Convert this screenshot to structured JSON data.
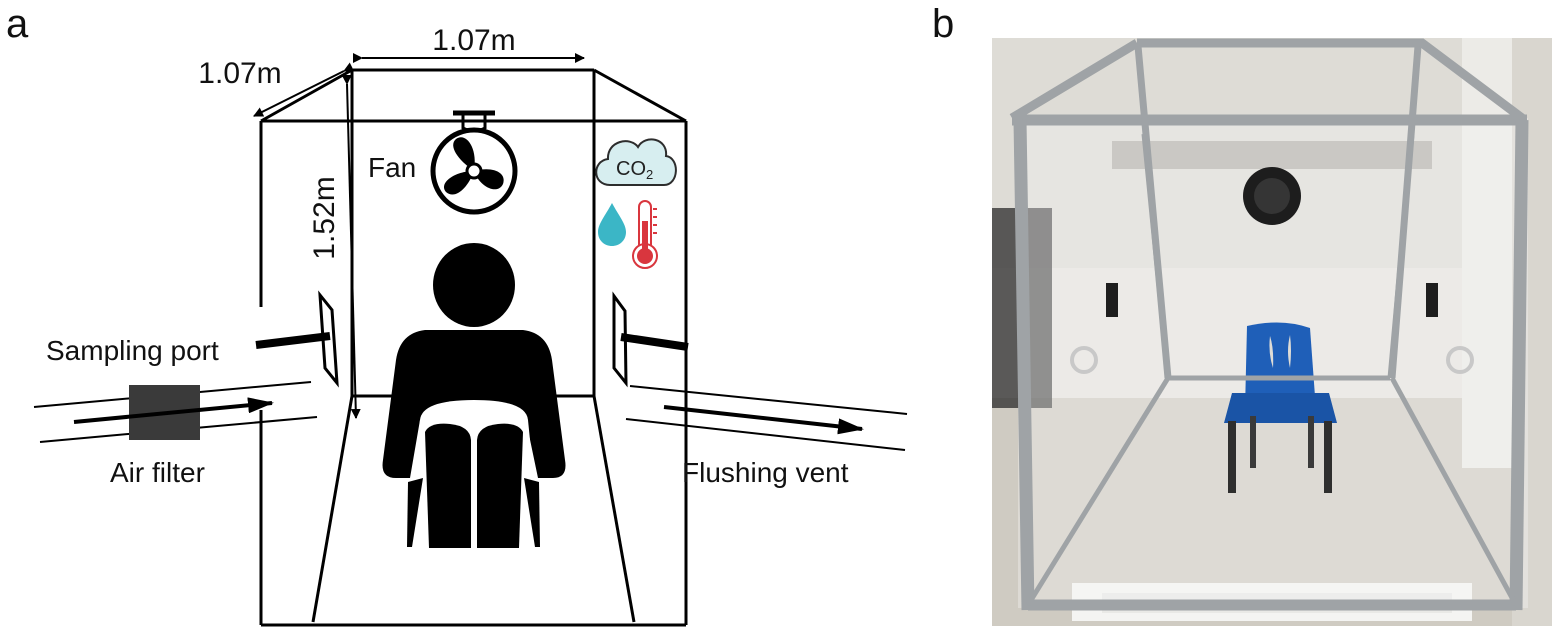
{
  "panels": {
    "a": "a",
    "b": "b"
  },
  "dimensions": {
    "width": "1.07m",
    "depth": "1.07m",
    "height": "1.52m"
  },
  "labels": {
    "fan": "Fan",
    "co2": "CO",
    "co2_sub": "2",
    "sampling_port": "Sampling port",
    "air_filter": "Air filter",
    "flushing_vent": "Flushing vent"
  },
  "icons": {
    "fan": "fan-icon",
    "co2": "co2-cloud-icon",
    "humidity": "water-drop-icon",
    "temperature": "thermometer-icon",
    "person": "seated-person-icon"
  },
  "colors": {
    "line": "#000000",
    "co2_cloud": "#d7eef0",
    "water_drop": "#3bb6c6",
    "thermometer": "#d9363e",
    "filter": "#3a3a3a",
    "frame": "#a9adb0",
    "chair": "#1f5fb8"
  }
}
